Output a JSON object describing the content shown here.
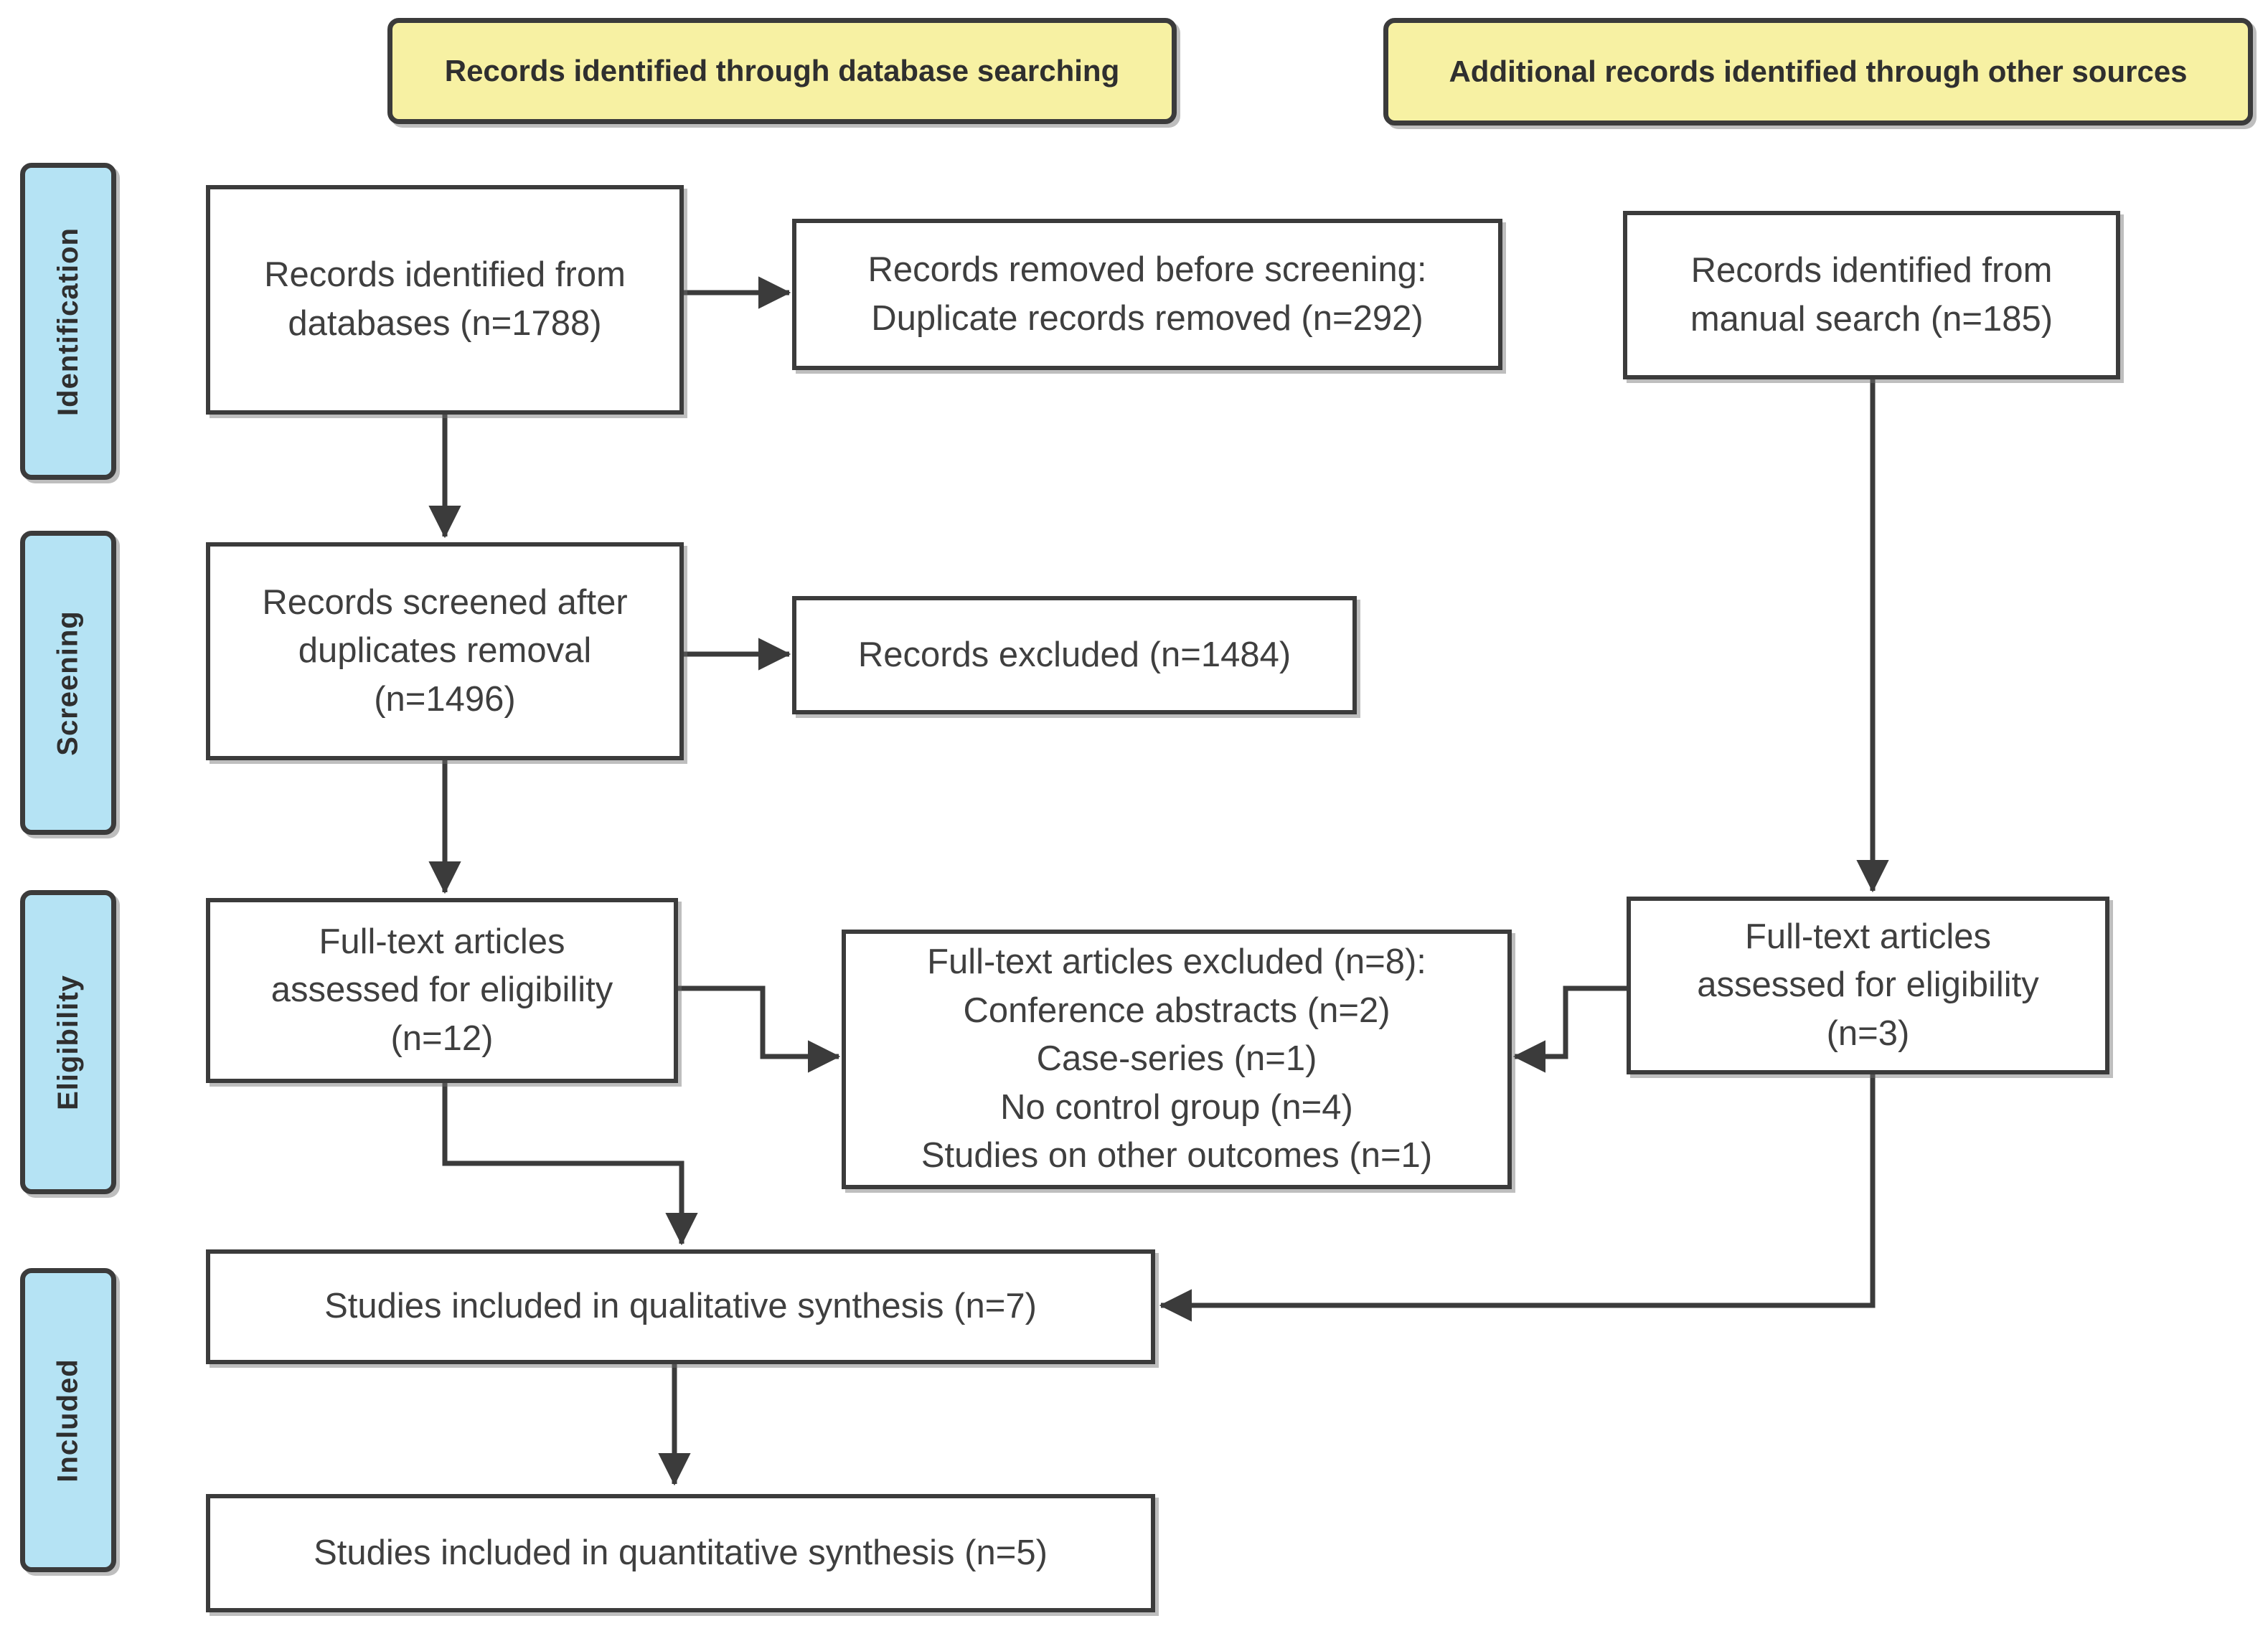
{
  "colors": {
    "banner_fill": "#F7F1A3",
    "stage_fill": "#B5E3F4",
    "border": "#3B3B3B",
    "text": "#3F3F3F",
    "background": "#FFFFFF"
  },
  "banners": {
    "database_search": "Records identified through database searching",
    "other_sources": "Additional records identified through other sources"
  },
  "stages": {
    "identification": "Identification",
    "screening": "Screening",
    "eligibility": "Eligibility",
    "included": "Included"
  },
  "boxes": {
    "records_databases": "Records identified from\ndatabases (n=1788)",
    "records_removed": "Records removed before screening:\nDuplicate records removed (n=292)",
    "records_manual": "Records identified from\nmanual search (n=185)",
    "records_screened": "Records screened after\nduplicates removal\n(n=1496)",
    "records_excluded": "Records excluded (n=1484)",
    "fulltext_left": "Full-text articles\nassessed for eligibility\n(n=12)",
    "fulltext_excluded": "Full-text articles excluded (n=8):\nConference abstracts (n=2)\nCase-series (n=1)\nNo control group (n=4)\nStudies on other outcomes (n=1)",
    "fulltext_right": "Full-text articles\nassessed for eligibility\n(n=3)",
    "qualitative": "Studies included in qualitative synthesis (n=7)",
    "quantitative": "Studies included in quantitative synthesis (n=5)"
  }
}
